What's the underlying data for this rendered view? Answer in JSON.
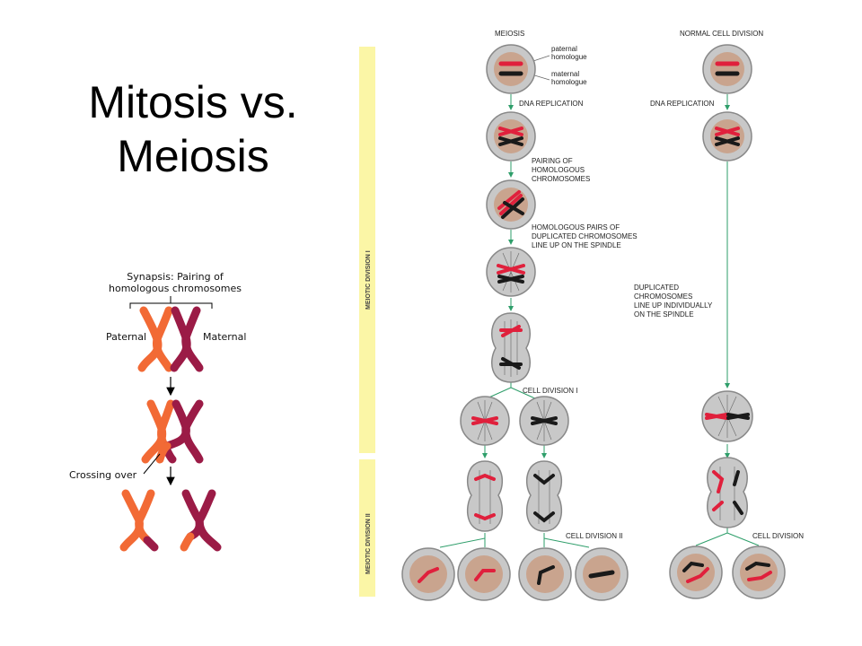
{
  "title": {
    "line1": "Mitosis vs.",
    "line2": "Meiosis"
  },
  "synapsis": {
    "header_line1": "Synapsis: Pairing of",
    "header_line2": "homologous chromosomes",
    "paternal": "Paternal",
    "maternal": "Maternal",
    "crossing_over": "Crossing over"
  },
  "meiosis": {
    "heading": "MEIOSIS",
    "paternal_line1": "paternal",
    "paternal_line2": "homologue",
    "maternal_line1": "maternal",
    "maternal_line2": "homologue",
    "dna_replication": "DNA REPLICATION",
    "pairing_line1": "PAIRING OF",
    "pairing_line2": "HOMOLOGOUS",
    "pairing_line3": "CHROMOSOMES",
    "pairs_line1": "HOMOLOGOUS PAIRS OF",
    "pairs_line2": "DUPLICATED CHROMOSOMES",
    "pairs_line3": "LINE UP ON THE SPINDLE",
    "cell_division_1": "CELL DIVISION I",
    "cell_division_2": "CELL DIVISION II",
    "band_1": "MEIOTIC DIVISION I",
    "band_2": "MEIOTIC DIVISION II"
  },
  "mitosis": {
    "heading": "NORMAL CELL DIVISION",
    "dna_replication": "DNA REPLICATION",
    "dup_line1": "DUPLICATED",
    "dup_line2": "CHROMOSOMES",
    "dup_line3": "LINE UP INDIVIDUALLY",
    "dup_line4": "ON THE SPINDLE",
    "cell_division": "CELL DIVISION"
  },
  "colors": {
    "paternal_red": "#e0203c",
    "maternal_black": "#1a1a1a",
    "cell_fill": "#c8c8c8",
    "nucleus_fill": "#c9a48e",
    "arrow_green": "#2e9e6a",
    "band_yellow": "#fbf6a6",
    "chromosome_orange": "#f26a35",
    "chromosome_maroon": "#9b1b46"
  }
}
